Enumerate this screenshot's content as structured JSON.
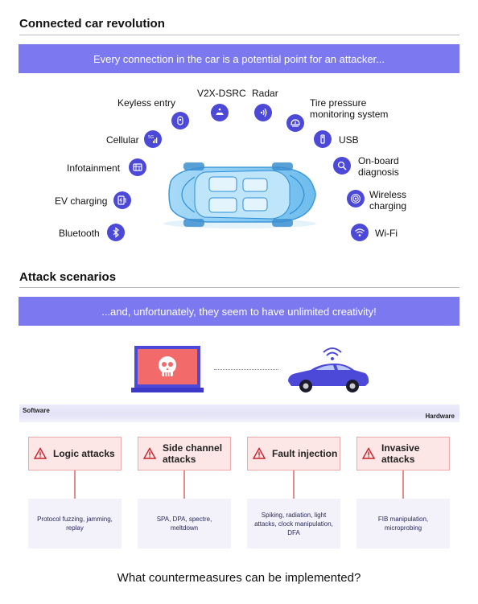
{
  "section1": {
    "title": "Connected car revolution",
    "banner": "Every connection in the car is a potential point for an attacker..."
  },
  "features": [
    {
      "label": "Keyless entry",
      "icon": "key-fob-icon"
    },
    {
      "label": "V2X-DSRC",
      "icon": "v2x-icon"
    },
    {
      "label": "Radar",
      "icon": "radar-icon"
    },
    {
      "label": "Tire pressure monitoring system",
      "icon": "tire-pressure-icon"
    },
    {
      "label": "Cellular",
      "icon": "cellular-5g-icon"
    },
    {
      "label": "USB",
      "icon": "usb-icon"
    },
    {
      "label": "Infotainment",
      "icon": "infotainment-icon"
    },
    {
      "label": "On-board diagnosis",
      "icon": "search-icon"
    },
    {
      "label": "EV charging",
      "icon": "ev-charging-icon"
    },
    {
      "label": "Wireless charging",
      "icon": "wireless-charging-icon"
    },
    {
      "label": "Bluetooth",
      "icon": "bluetooth-icon"
    },
    {
      "label": "Wi-Fi",
      "icon": "wifi-icon"
    }
  ],
  "section2": {
    "title": "Attack scenarios",
    "banner": "...and, unfortunately, they seem to have unlimited creativity!",
    "software_label": "Software",
    "hardware_label": "Hardware"
  },
  "attacks": [
    {
      "title": "Logic attacks",
      "description": "Protocol fuzzing, jamming, replay"
    },
    {
      "title": "Side channel attacks",
      "description": "SPA, DPA, spectre, meltdown"
    },
    {
      "title": "Fault injection",
      "description": "Spiking, radiation, light attacks, clock manipulation, DFA"
    },
    {
      "title": "Invasive attacks",
      "description": "FIB manipulation, microprobing"
    }
  ],
  "footer": {
    "question": "What countermeasures can be implemented?"
  },
  "colors": {
    "banner": "#7b78f0",
    "icon": "#4d49d8",
    "alert": "#c8202a",
    "alert_bg": "#fde6e6"
  }
}
